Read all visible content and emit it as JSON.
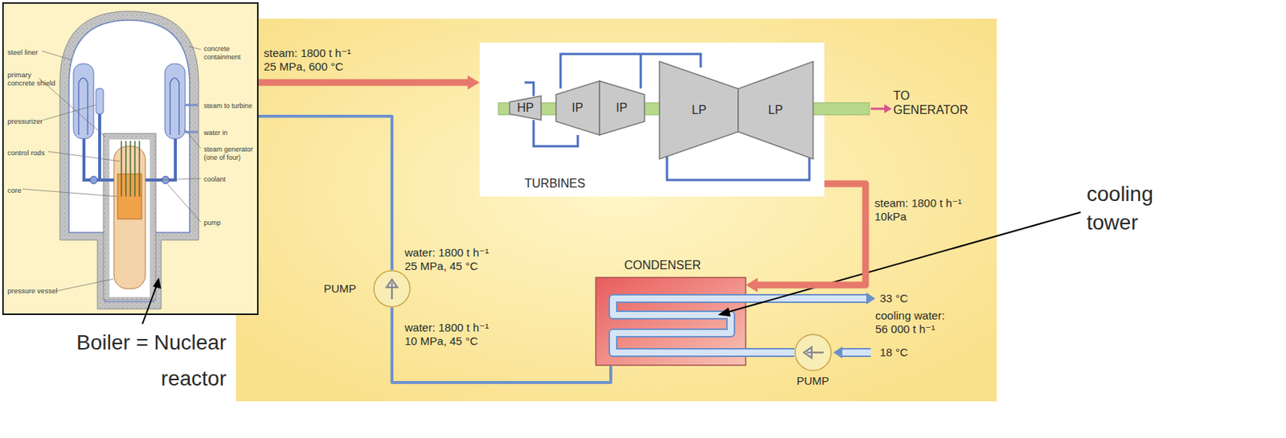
{
  "diagram": {
    "nodes": [
      {
        "text": [
          "steel liner",
          "concrete containment",
          "primary concrete shield",
          "steam to turbine",
          "pressurizer",
          "water in",
          "control rods",
          "steam generator (one of four)",
          "coolant",
          "core",
          "pump",
          "pressure vessel"
        ]
      },
      {
        "text": [
          "TURBINES"
        ]
      },
      {
        "text": [
          "HP"
        ],
        "in": 1
      },
      {
        "text": [
          "IP"
        ],
        "in": 1
      },
      {
        "text": [
          "IP"
        ],
        "in": 1
      },
      {
        "text": [
          "LP"
        ],
        "in": 1
      },
      {
        "text": [
          "LP"
        ],
        "in": 1
      },
      {
        "text": [
          "CONDENSER"
        ]
      },
      {
        "text": [
          "PUMP"
        ]
      },
      {
        "text": [
          "PUMP"
        ]
      }
    ],
    "edges": [
      {
        "from": 0,
        "to": 1,
        "arrow": "to",
        "label": "steam: 1800 t h⁻¹ 25 MPa, 600 °C"
      },
      {
        "from": 1,
        "to": 7,
        "arrow": "to",
        "label": "steam: 1800 t h⁻¹ 10kPa"
      },
      {
        "from": 7,
        "to": 8,
        "arrow": "none",
        "label": "water: 1800 t h⁻¹ 10 MPa, 45 °C"
      },
      {
        "from": 8,
        "to": 0,
        "arrow": "none",
        "label": "water: 1800 t h⁻¹ 25 MPa, 45 °C"
      },
      {
        "from": 9,
        "to": 7,
        "arrow": "none"
      }
    ],
    "labels": [
      "TO GENERATOR",
      "33 °C",
      "cooling water: 56 000 t h⁻¹",
      "18 °C",
      "cooling tower",
      "Boiler = Nuclear reactor"
    ]
  }
}
